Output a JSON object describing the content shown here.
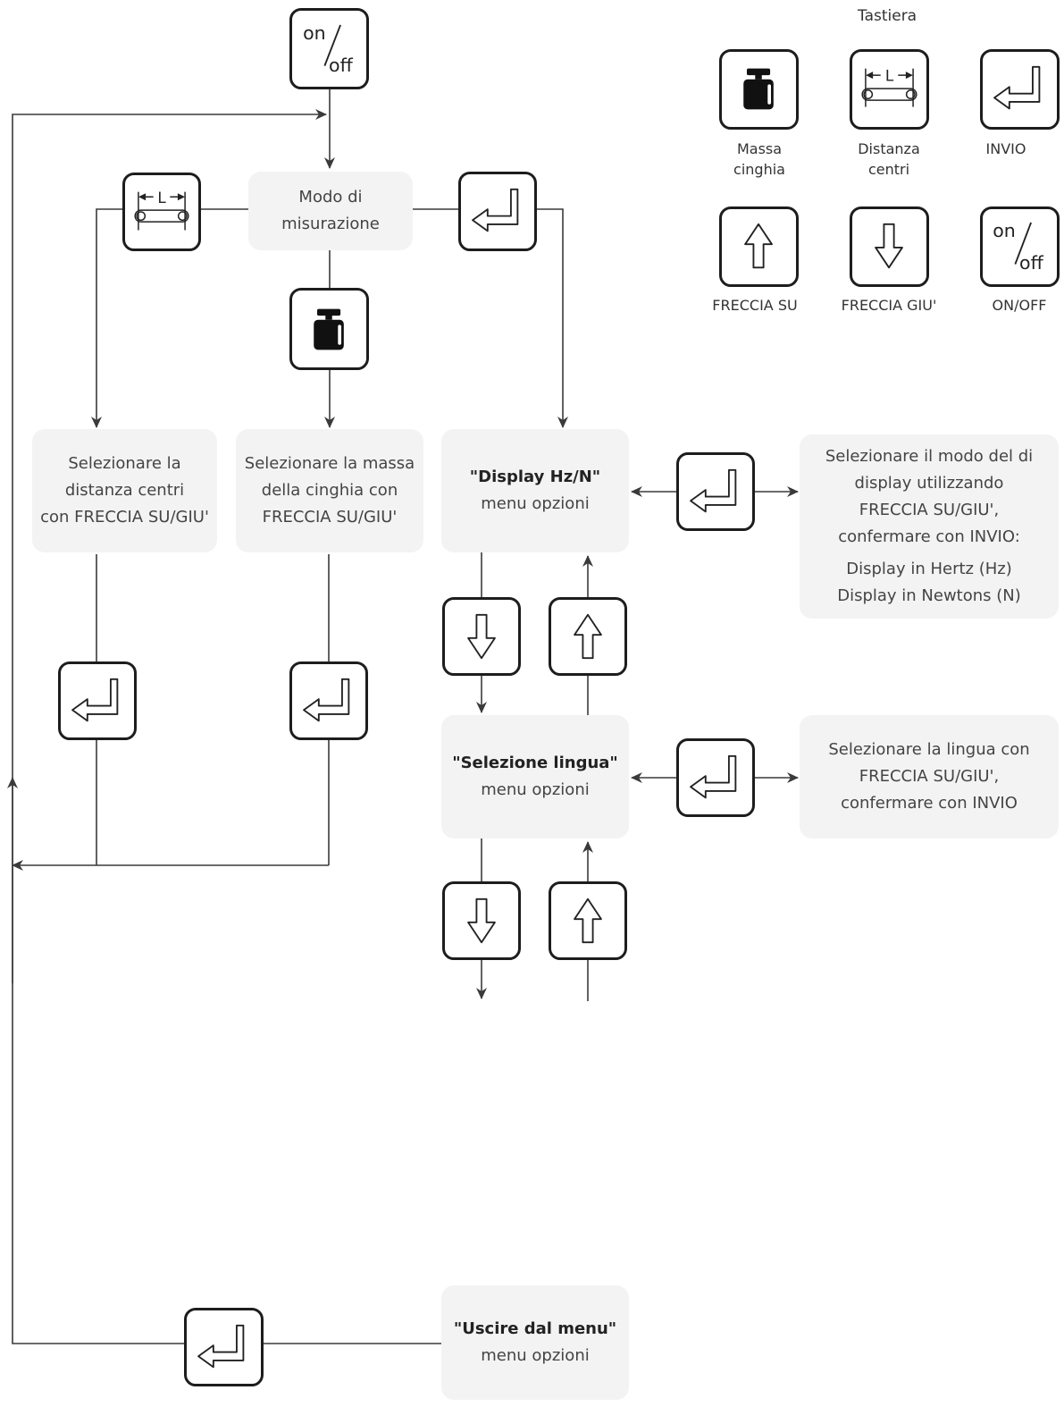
{
  "keyboard": {
    "title": "Tastiera",
    "keys": [
      {
        "icon": "weight-icon",
        "label_lines": [
          "Massa",
          "cinghia"
        ]
      },
      {
        "icon": "belt-span-icon",
        "label_lines": [
          "Distanza",
          "centri"
        ]
      },
      {
        "icon": "enter-icon",
        "label_lines": [
          "INVIO"
        ]
      },
      {
        "icon": "arrow-up-icon",
        "label_lines": [
          "FRECCIA SU"
        ]
      },
      {
        "icon": "arrow-down-icon",
        "label_lines": [
          "FRECCIA GIU'"
        ]
      },
      {
        "icon": "on-off-icon",
        "label_lines": [
          "ON/OFF"
        ]
      }
    ]
  },
  "power_key": {
    "on": "on",
    "off": "off"
  },
  "belt_span_symbol": "L",
  "flow": {
    "mode": {
      "lines": [
        "Modo di",
        "misurazione"
      ]
    },
    "select_span": {
      "lines": [
        "Selezionare la",
        "distanza centri",
        "con FRECCIA SU/GIU'"
      ]
    },
    "select_mass": {
      "lines": [
        "Selezionare la massa",
        "della cinghia con",
        "FRECCIA SU/GIU'"
      ]
    },
    "display_menu": {
      "title": "\"Display Hz/N\"",
      "subtitle": "menu opzioni"
    },
    "display_info": {
      "lines": [
        "Selezionare il modo del di",
        "display utilizzando",
        "FRECCIA SU/GIU',",
        "confermare con INVIO:"
      ],
      "options": [
        "Display in Hertz (Hz)",
        "Display in Newtons (N)"
      ]
    },
    "language_menu": {
      "title": "\"Selezione lingua\"",
      "subtitle": "menu opzioni"
    },
    "language_info": {
      "lines": [
        "Selezionare la lingua con",
        "FRECCIA SU/GIU',",
        "confermare con INVIO"
      ]
    },
    "exit_menu": {
      "title": "\"Uscire dal menu\"",
      "subtitle": "menu opzioni"
    }
  },
  "colors": {
    "line": "#3a3a3a",
    "box": "#f3f3f3",
    "key_border": "#1d1d1d"
  }
}
